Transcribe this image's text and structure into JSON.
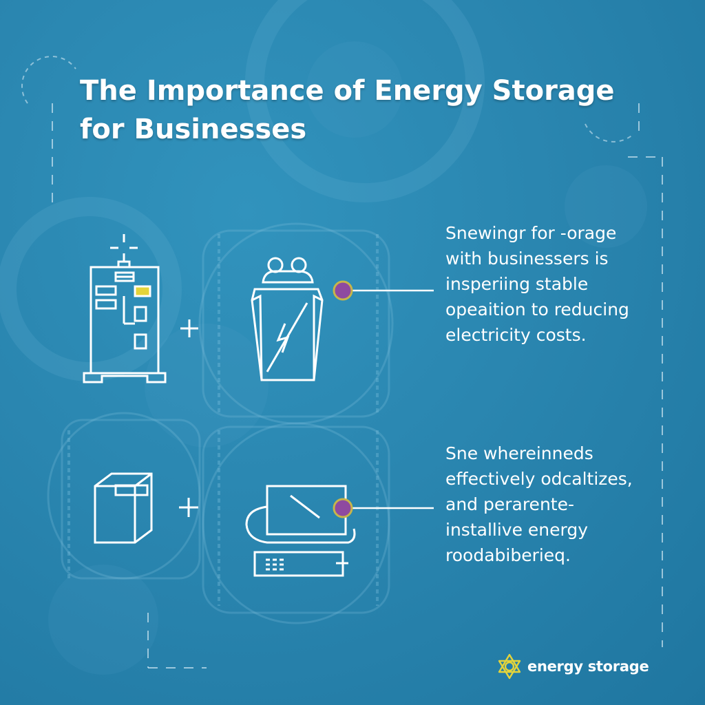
{
  "title": {
    "line1": "The Importance of Energy Storage",
    "line2": "for Businesses"
  },
  "callouts": [
    {
      "lines": [
        "Snewingr for -orage",
        "with businessers is",
        "insperiing stable",
        "opeaition to reducing",
        "electricity costs."
      ]
    },
    {
      "lines": [
        "Sne whereinneds",
        "effectively odcaltizes,",
        "and perarente-",
        "installive energy",
        "roodabiberieq."
      ]
    }
  ],
  "brand": {
    "label": "energy storage",
    "icon": "hexagram-sun-logo-icon"
  },
  "icons": {
    "top_left": "building-battery-icon",
    "top_right": "battery-cell-icon",
    "bottom_left": "storage-box-icon",
    "bottom_right": "computer-monitor-icon",
    "plus": "plus-icon",
    "marker": "dot-marker-icon"
  },
  "colors": {
    "background": "#2a86b0",
    "line": "#ffffff",
    "accent_yellow": "#e4d43a",
    "marker_purple": "#8e4aa0",
    "marker_ring": "#c7b54a"
  }
}
